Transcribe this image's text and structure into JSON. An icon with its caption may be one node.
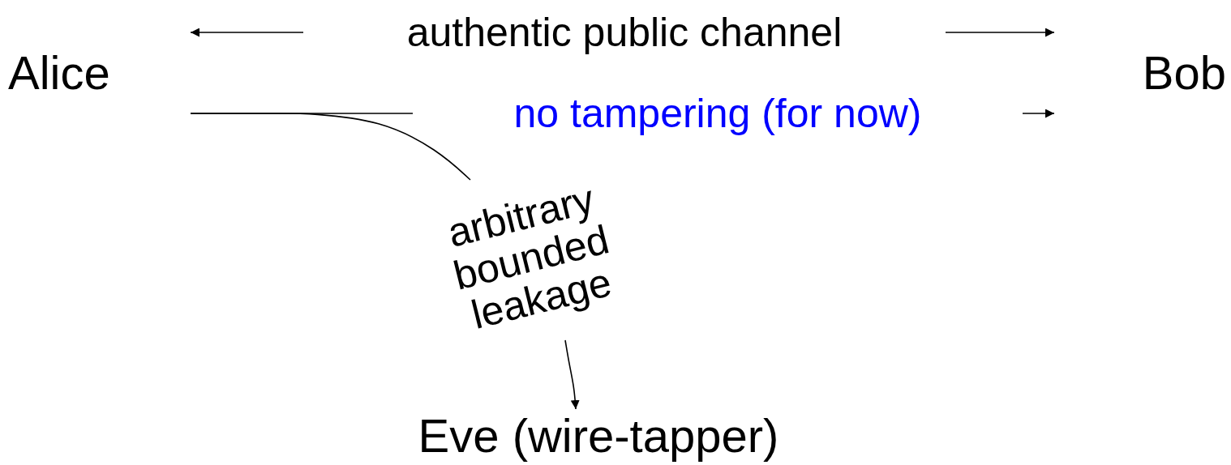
{
  "diagram": {
    "nodes": [
      {
        "text": [
          "Alice"
        ]
      },
      {
        "text": [
          "Bob"
        ]
      },
      {
        "text": [
          "Eve (wire-tapper)"
        ]
      }
    ],
    "edges": [
      {
        "from": 0,
        "to": 1,
        "arrow": "both",
        "label": "authentic public channel"
      },
      {
        "from": 0,
        "to": 1,
        "arrow": "to",
        "label": "no tampering (for now)"
      },
      {
        "from": 0,
        "to": 2,
        "arrow": "to",
        "label": "arbitrary bounded leakage"
      }
    ]
  }
}
